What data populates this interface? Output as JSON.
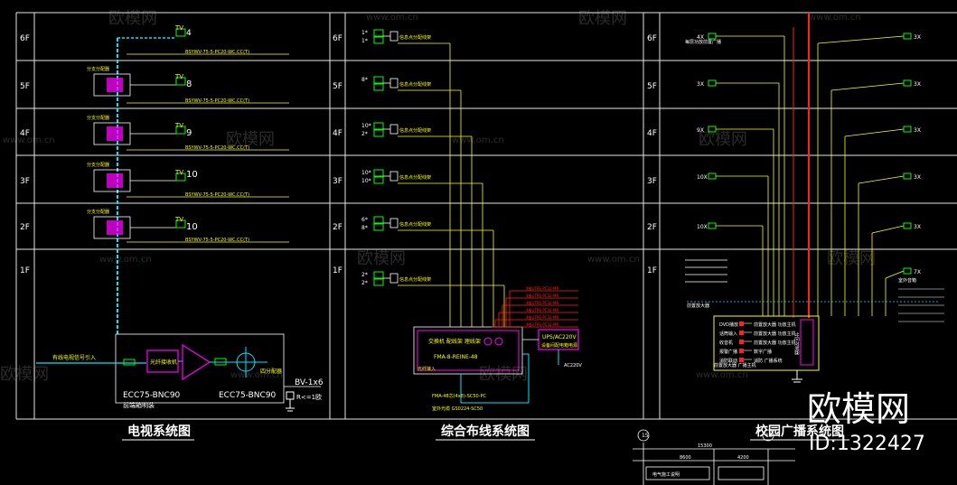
{
  "floors": [
    "6F",
    "5F",
    "4F",
    "3F",
    "2F",
    "1F"
  ],
  "panels": {
    "tv": {
      "title": "电视系统图",
      "tv_counts": [
        "4",
        "8",
        "9",
        "10",
        "10"
      ],
      "cable_labels": [
        "BSYWV-75-5-PC20-WC.CC(T)",
        "BSYWV-75-5-PC20-WC.CC(T)",
        "BSYWV-75-5-PC20-WC.CC(T)",
        "BSYWV-75-5-PC20-WC.CC(T)",
        "BSYWV-75-5-PC20-WC.CC(T)"
      ],
      "splitter_note": "分支分配器",
      "incoming": "有线电视信号引入",
      "amp_label": "放大器",
      "box_label": "光纤接收机",
      "ecc_left": "ECC75-BNC90",
      "ecc_left_sub": "前端箱明装",
      "ecc_right": "ECC75-BNC90",
      "divider": "四分配器",
      "ground_wire": "BV-1x6",
      "ground_r": "R<=1欧"
    },
    "cabling": {
      "title": "综合布线系统图",
      "outlets": [
        {
          "a": "1*",
          "b": "1*"
        },
        {
          "a": "8*",
          "b": ""
        },
        {
          "a": "10*",
          "b": "2*"
        },
        {
          "a": "10*",
          "b": "10*"
        },
        {
          "a": "6*",
          "b": "8*"
        },
        {
          "a": "2*",
          "b": "2*"
        }
      ],
      "outlet_label": "信息点分配线架",
      "switch_label": "交换机 配线架 理线架",
      "rack_label": "FMA-8-REINE-48",
      "ups_label": "UPS/AC220V",
      "ups_sub": "设备间配电箱电源",
      "ac": "AC220V",
      "fiber_in": "光纤接入",
      "cable_a": "FMA-48芯(4x8)-SC50-PC",
      "cable_b": "室外光缆 GS0224-SC50",
      "right_cables": [
        "4根UTP6-PC32-MR",
        "4根UTP6-PC32-MR",
        "4根UTP6-PC32-MR",
        "4根UTP6-PC32-MR",
        "4根UTP6-PC32-MR",
        "4根UTP6-PC32-MR"
      ]
    },
    "broadcast": {
      "title": "校园广播系统图",
      "left_counts": [
        "4X",
        "3X",
        "9X",
        "10X",
        "10X"
      ],
      "top_note": "每层功放前置广播",
      "right_counts": [
        "3X",
        "3X",
        "3X",
        "3X",
        "3X",
        "7X"
      ],
      "outdoor": "室外音箱",
      "mixer_label": "前置放大器",
      "control": "分区控制器",
      "host_lines": [
        "DVD播放",
        "话筒输入",
        "收音机",
        "报警广播",
        "消防联动"
      ],
      "row_labels": [
        "前置放大器 功放主机",
        "前置放大器 功放主机",
        "前置放大器 功放主机",
        "数字广播",
        "消防 广播系统"
      ],
      "ground": "接地",
      "legend": "前置放大器 广播主机"
    }
  },
  "watermarks": {
    "brand": "欧模网",
    "url": "www.om.cn",
    "big": "欧模网",
    "id": "ID:1322427"
  },
  "footer": {
    "dims": [
      "15300",
      "8600",
      "4200"
    ],
    "axes": [
      "15",
      "16"
    ],
    "note": "电气施工说明"
  },
  "colors": {
    "bg": "#000000",
    "grid": "#e8e8e8",
    "cyan": "#00e5ff",
    "yellow": "#ffff00",
    "magenta": "#ff00ff",
    "red": "#ff2020",
    "green": "#00ff00",
    "white": "#ffffff"
  }
}
